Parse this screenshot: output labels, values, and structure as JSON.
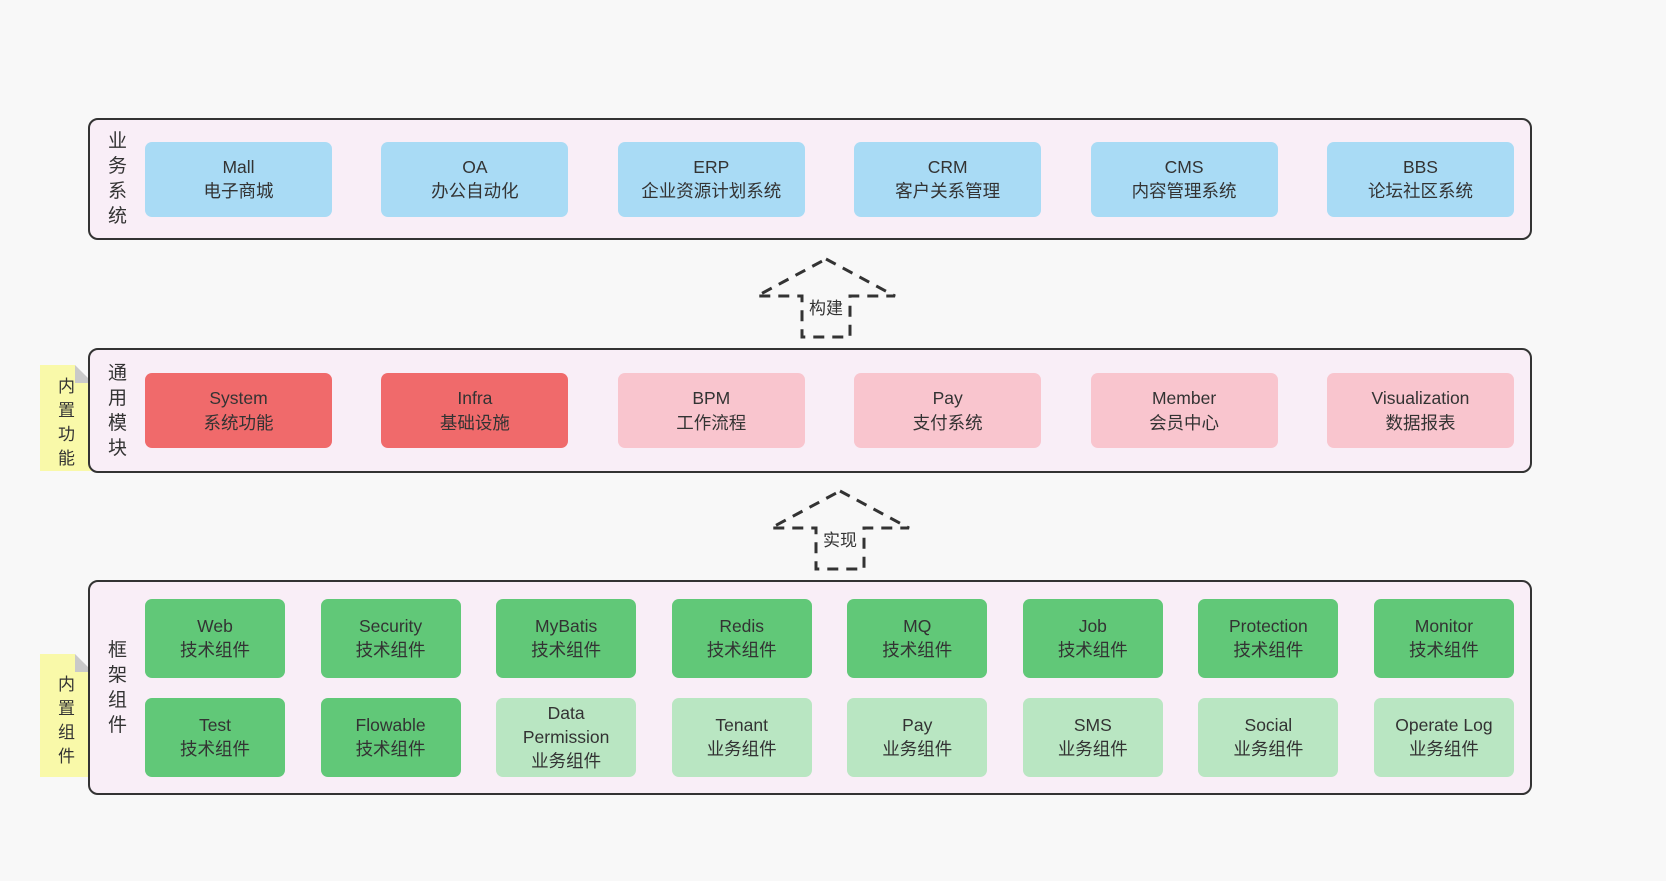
{
  "colors": {
    "page-bg": "#f8f8f8",
    "container-bg": "#f9eef7",
    "line": "#333333",
    "blue": "#a9dbf5",
    "red": "#f06a6b",
    "pink": "#f9c5ce",
    "green": "#61c878",
    "green-light": "#b9e6c2",
    "note-yellow": "#f9f9a9",
    "note-fold": "#c9c9c9",
    "text": "#333333"
  },
  "arrows": [
    {
      "label": "构建"
    },
    {
      "label": "实现"
    }
  ],
  "notes": [
    {
      "label": "内置功能"
    },
    {
      "label": "内置组件"
    }
  ],
  "layers": [
    {
      "label": "业务系统",
      "boxes": [
        {
          "name": "Mall",
          "desc": "电子商城"
        },
        {
          "name": "OA",
          "desc": "办公自动化"
        },
        {
          "name": "ERP",
          "desc": "企业资源计划系统"
        },
        {
          "name": "CRM",
          "desc": "客户关系管理"
        },
        {
          "name": "CMS",
          "desc": "内容管理系统"
        },
        {
          "name": "BBS",
          "desc": "论坛社区系统"
        }
      ]
    },
    {
      "label": "通用模块",
      "boxes": [
        {
          "name": "System",
          "desc": "系统功能"
        },
        {
          "name": "Infra",
          "desc": "基础设施"
        },
        {
          "name": "BPM",
          "desc": "工作流程"
        },
        {
          "name": "Pay",
          "desc": "支付系统"
        },
        {
          "name": "Member",
          "desc": "会员中心"
        },
        {
          "name": "Visualization",
          "desc": "数据报表"
        }
      ]
    },
    {
      "label": "框架组件",
      "rows": [
        {
          "boxes": [
            {
              "name": "Web",
              "desc": "技术组件"
            },
            {
              "name": "Security",
              "desc": "技术组件"
            },
            {
              "name": "MyBatis",
              "desc": "技术组件"
            },
            {
              "name": "Redis",
              "desc": "技术组件"
            },
            {
              "name": "MQ",
              "desc": "技术组件"
            },
            {
              "name": "Job",
              "desc": "技术组件"
            },
            {
              "name": "Protection",
              "desc": "技术组件"
            },
            {
              "name": "Monitor",
              "desc": "技术组件"
            }
          ]
        },
        {
          "boxes": [
            {
              "name": "Test",
              "desc": "技术组件"
            },
            {
              "name": "Flowable",
              "desc": "技术组件"
            },
            {
              "name": "Data Permission",
              "desc": "业务组件"
            },
            {
              "name": "Tenant",
              "desc": "业务组件"
            },
            {
              "name": "Pay",
              "desc": "业务组件"
            },
            {
              "name": "SMS",
              "desc": "业务组件"
            },
            {
              "name": "Social",
              "desc": "业务组件"
            },
            {
              "name": "Operate Log",
              "desc": "业务组件"
            }
          ]
        }
      ]
    }
  ]
}
